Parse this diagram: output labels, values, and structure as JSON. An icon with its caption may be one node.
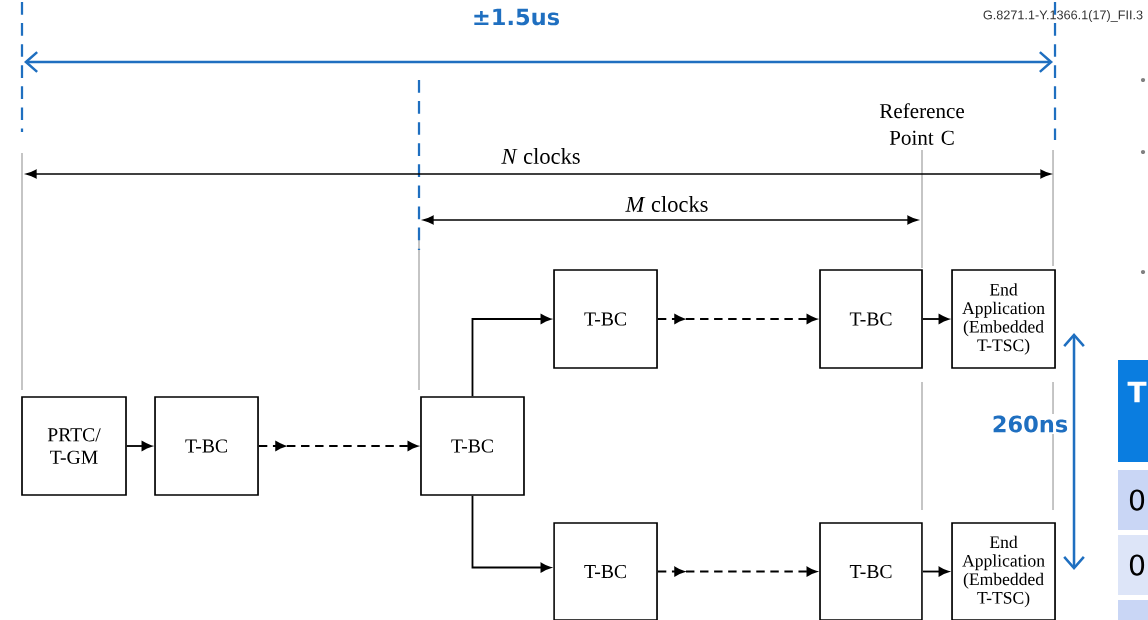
{
  "diagram": {
    "nodes": [
      {
        "text": [
          "PRTC/ T-GM"
        ]
      },
      {
        "text": [
          "T-BC"
        ]
      },
      {
        "text": [
          "T-BC"
        ]
      },
      {
        "text": [
          "T-BC"
        ]
      },
      {
        "text": [
          "T-BC"
        ]
      },
      {
        "text": [
          "End Application (Embedded T-TSC)"
        ]
      },
      {
        "text": [
          "T-BC"
        ]
      },
      {
        "text": [
          "T-BC"
        ]
      },
      {
        "text": [
          "End Application (Embedded T-TSC)"
        ]
      }
    ],
    "edges": [
      {
        "from": 0,
        "to": 1,
        "arrow": "to"
      },
      {
        "from": 1,
        "to": 2,
        "arrow": "to",
        "style": "dashed"
      },
      {
        "from": 2,
        "to": 3,
        "arrow": "to"
      },
      {
        "from": 3,
        "to": 4,
        "arrow": "to",
        "style": "dashed"
      },
      {
        "from": 4,
        "to": 5,
        "arrow": "to"
      },
      {
        "from": 2,
        "to": 6,
        "arrow": "to"
      },
      {
        "from": 6,
        "to": 7,
        "arrow": "to",
        "style": "dashed"
      },
      {
        "from": 7,
        "to": 8,
        "arrow": "to"
      }
    ],
    "labels": [
      "±1.5us",
      "G.8271.1-Y.1366.1(17)_FII.3",
      "Reference Point C",
      "*N* clocks",
      "*M* clocks",
      "260ns",
      "T",
      "0",
      "0"
    ]
  }
}
